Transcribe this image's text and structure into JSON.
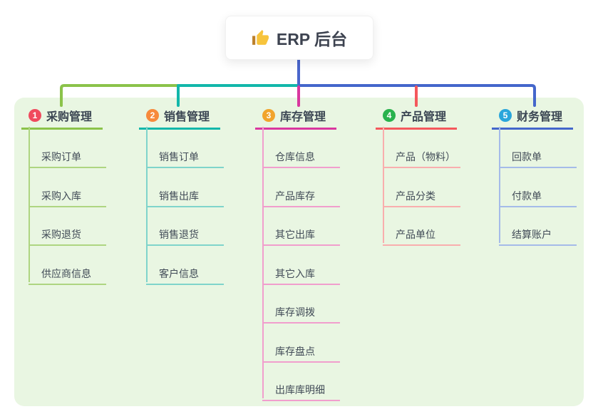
{
  "root": {
    "icon": "thumbs-up",
    "title": "ERP 后台",
    "line_color": "#4a66cc"
  },
  "board_color": "#e9f6e2",
  "branches": [
    {
      "number": "1",
      "label": "采购管理",
      "colors": {
        "badge": "#f04a5e",
        "main": "#8bc34a",
        "light": "#aed581"
      },
      "children": [
        "采购订单",
        "采购入库",
        "采购退货",
        "供应商信息"
      ]
    },
    {
      "number": "2",
      "label": "销售管理",
      "colors": {
        "badge": "#f78a3c",
        "main": "#12b7aa",
        "light": "#7fd4cb"
      },
      "children": [
        "销售订单",
        "销售出库",
        "销售退货",
        "客户信息"
      ]
    },
    {
      "number": "3",
      "label": "库存管理",
      "colors": {
        "badge": "#f1a42c",
        "main": "#d9379f",
        "light": "#f19ecd"
      },
      "children": [
        "仓库信息",
        "产品库存",
        "其它出库",
        "其它入库",
        "库存调拨",
        "库存盘点",
        "出库库明细"
      ]
    },
    {
      "number": "4",
      "label": "产品管理",
      "colors": {
        "badge": "#28b24c",
        "main": "#f4585c",
        "light": "#f9aeae"
      },
      "children": [
        "产品（物料）",
        "产品分类",
        "产品单位"
      ]
    },
    {
      "number": "5",
      "label": "财务管理",
      "colors": {
        "badge": "#2aa6db",
        "main": "#4466cb",
        "light": "#a5bbe9"
      },
      "children": [
        "回款单",
        "付款单",
        "结算账户"
      ]
    }
  ]
}
